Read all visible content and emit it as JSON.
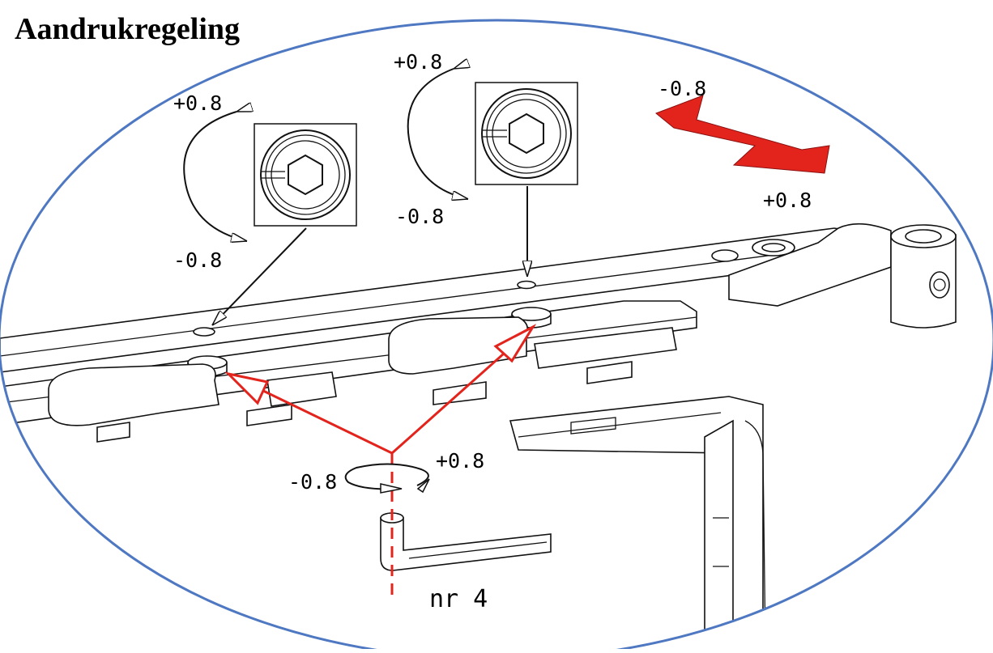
{
  "title": "Aandrukregeling",
  "labels": {
    "plus_left": "+0.8",
    "minus_left": "-0.8",
    "plus_mid": "+0.8",
    "minus_mid": "-0.8",
    "minus_right": "-0.8",
    "plus_right": "+0.8",
    "minus_key": "-0.8",
    "plus_key": "+0.8",
    "key_size": "nr 4"
  },
  "colors": {
    "ellipse": "#4f78c2",
    "arrow_red": "#e3241c",
    "line": "#111111"
  },
  "icons": [
    "hex-socket-icon",
    "hex-socket-icon",
    "double-arrow-icon",
    "hex-key-icon",
    "rotation-arrow-icon"
  ]
}
